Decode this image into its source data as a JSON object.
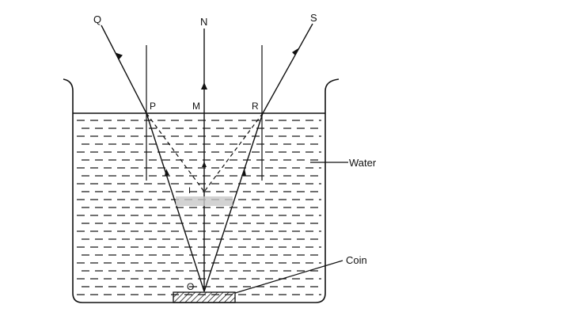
{
  "labels": {
    "Q": "Q",
    "N": "N",
    "S": "S",
    "P": "P",
    "M": "M",
    "R": "R",
    "I": "I",
    "O": "O",
    "water": "Water",
    "coin": "Coin"
  },
  "colors": {
    "ink": "#111111",
    "background": "#ffffff"
  }
}
